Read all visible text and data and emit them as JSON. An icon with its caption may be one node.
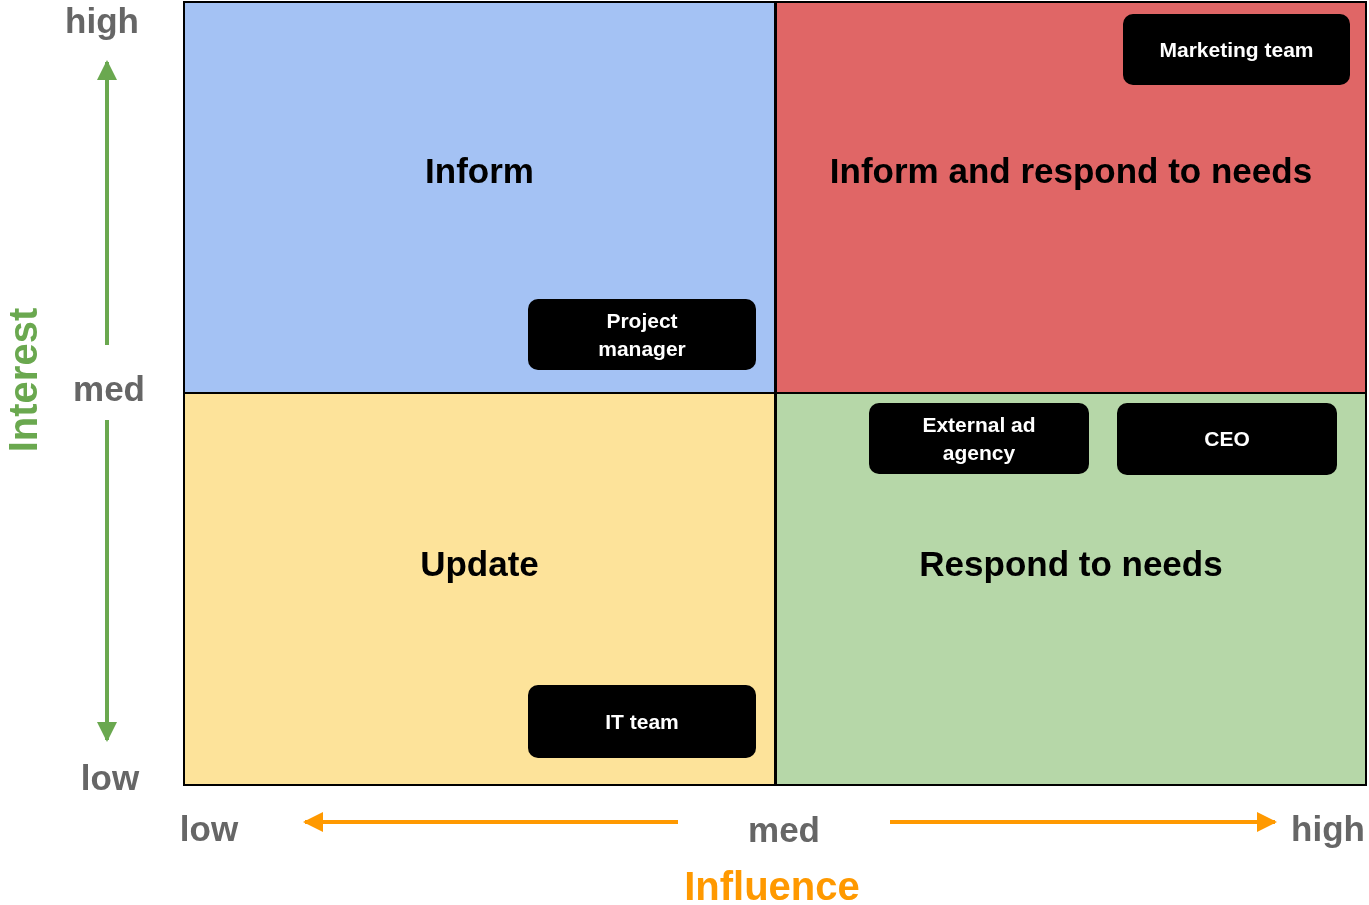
{
  "diagram": {
    "nodes": [
      {
        "text": [
          "Inform"
        ]
      },
      {
        "text": [
          "Project manager"
        ],
        "in": 0
      },
      {
        "text": [
          "Inform and respond to needs"
        ]
      },
      {
        "text": [
          "Marketing team"
        ],
        "in": 2
      },
      {
        "text": [
          "Update"
        ]
      },
      {
        "text": [
          "IT team"
        ],
        "in": 4
      },
      {
        "text": [
          "Respond to needs"
        ]
      },
      {
        "text": [
          "External ad agency"
        ],
        "in": 6
      },
      {
        "text": [
          "CEO"
        ],
        "in": 6
      }
    ],
    "labels": [
      "high",
      "Interest",
      "med",
      "low",
      "low",
      "med",
      "high",
      "Influence"
    ]
  }
}
